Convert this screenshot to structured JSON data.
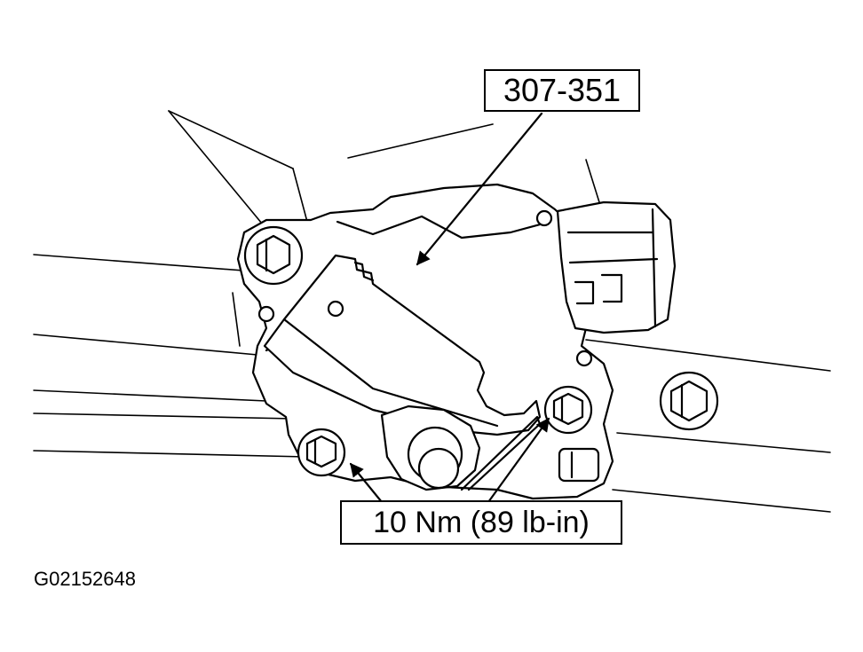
{
  "callouts": {
    "tool_number": "307-351",
    "torque_spec": "10 Nm (89 lb-in)"
  },
  "figure_id": "G02152648"
}
